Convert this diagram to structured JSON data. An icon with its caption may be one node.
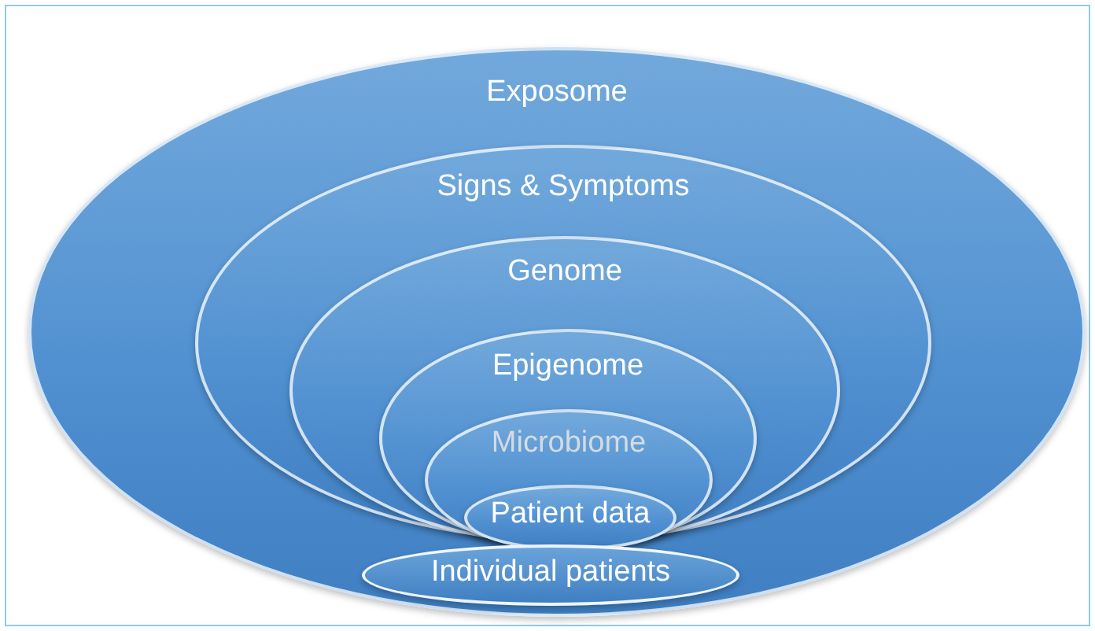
{
  "diagram": {
    "nodes": [
      {
        "text": [
          "Exposome"
        ]
      },
      {
        "text": [
          "Signs & Symptoms"
        ],
        "in": 0
      },
      {
        "text": [
          "Genome"
        ],
        "in": 1
      },
      {
        "text": [
          "Epigenome"
        ],
        "in": 2
      },
      {
        "text": [
          "Microbiome"
        ],
        "in": 3
      },
      {
        "text": [
          "Patient data"
        ],
        "in": 4
      },
      {
        "text": [
          "Individual patients"
        ],
        "in": 0
      }
    ],
    "edges": []
  }
}
